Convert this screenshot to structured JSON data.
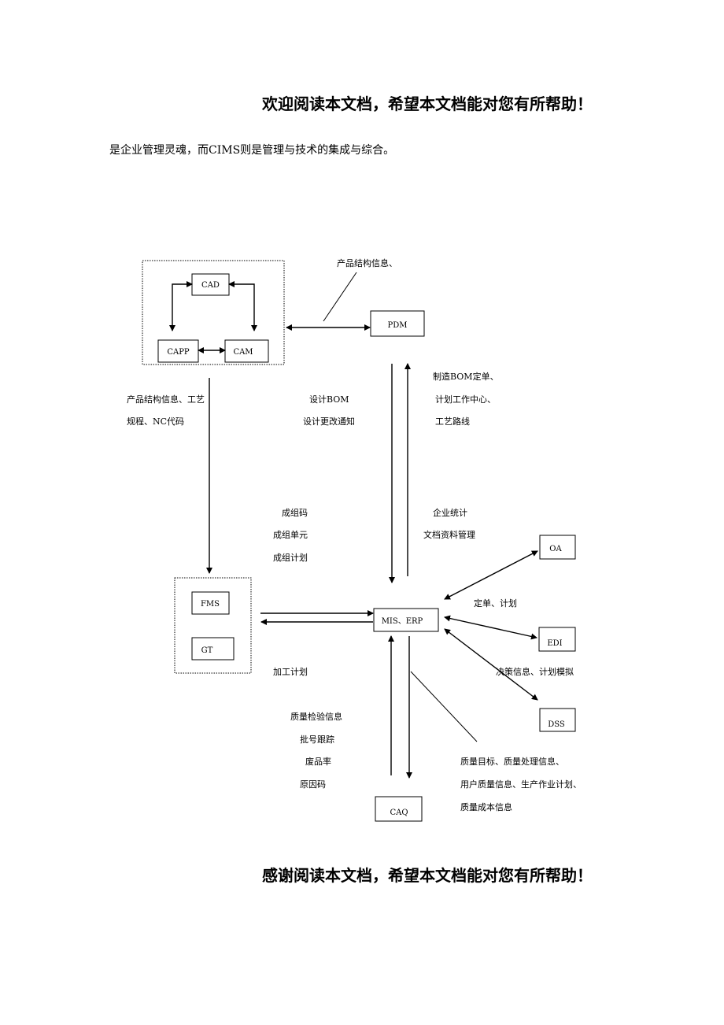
{
  "header": "欢迎阅读本文档，希望本文档能对您有所帮助！",
  "intro": "是企业管理灵魂，而CIMS则是管理与技术的集成与综合。",
  "footer": "感谢阅读本文档，希望本文档能对您有所帮助！",
  "nodes": {
    "cad": "CAD",
    "capp": "CAPP",
    "cam": "CAM",
    "pdm": "PDM",
    "fms": "FMS",
    "gt": "GT",
    "mis_erp": "MIS、ERP",
    "oa": "OA",
    "edi": "EDI",
    "dss": "DSS",
    "caq": "CAQ"
  },
  "labels": {
    "product_struct_top": "产品结构信息、",
    "left_1": "产品结构信息、工艺",
    "left_2": "规程、NC代码",
    "design_1": "设计BOM",
    "design_2": "设计更改通知",
    "mfg_1": "制造BOM定单、",
    "mfg_2": "计划工作中心、",
    "mfg_3": "工艺路线",
    "group_1": "成组码",
    "group_2": "成组单元",
    "group_3": "成组计划",
    "ent_1": "企业统计",
    "ent_2": "文档资料管理",
    "order_plan": "定单、计划",
    "machining": "加工计划",
    "decision": "决策信息、计划模拟",
    "quality_1": "质量检验信息",
    "quality_2": "批号跟踪",
    "quality_3": "废品率",
    "quality_4": "原因码",
    "qgoal_1": "质量目标、质量处理信息、",
    "qgoal_2": "用户质量信息、生产作业计划、",
    "qgoal_3": "质量成本信息"
  }
}
